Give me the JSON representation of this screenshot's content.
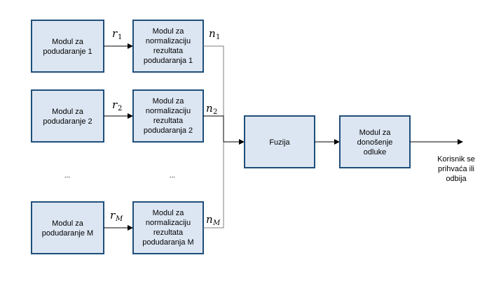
{
  "matching_modules": [
    {
      "line1": "Modul za",
      "line2": "podudaranje 1"
    },
    {
      "line1": "Modul za",
      "line2": "podudaranje 2"
    },
    {
      "line1": "Modul za",
      "line2": "podudaranje M"
    }
  ],
  "normalization_modules": [
    {
      "lines": [
        "Modul za",
        "normalizaciju",
        "rezultata",
        "podudaranja 1"
      ]
    },
    {
      "lines": [
        "Modul za",
        "normalizaciju",
        "rezultata",
        "podudaranja 2"
      ]
    },
    {
      "lines": [
        "Modul za",
        "normalizaciju",
        "rezultata",
        "podudaranja M"
      ]
    }
  ],
  "scores": [
    {
      "symbol": "r",
      "subscript": "1"
    },
    {
      "symbol": "r",
      "subscript": "2"
    },
    {
      "symbol": "r",
      "subscript": "M"
    }
  ],
  "normalized_scores": [
    {
      "symbol": "n",
      "subscript": "1"
    },
    {
      "symbol": "n",
      "subscript": "2"
    },
    {
      "symbol": "n",
      "subscript": "M"
    }
  ],
  "ellipsis": "...",
  "fusion": {
    "label": "Fuzija"
  },
  "decision": {
    "lines": [
      "Modul za",
      "donošenje",
      "odluke"
    ]
  },
  "output": {
    "lines": [
      "Korisnik se",
      "prihvaća ili",
      "odbija"
    ]
  },
  "colors": {
    "box_fill": "#dce6f2",
    "box_stroke": "#1f4e79",
    "connector": "#000000"
  }
}
